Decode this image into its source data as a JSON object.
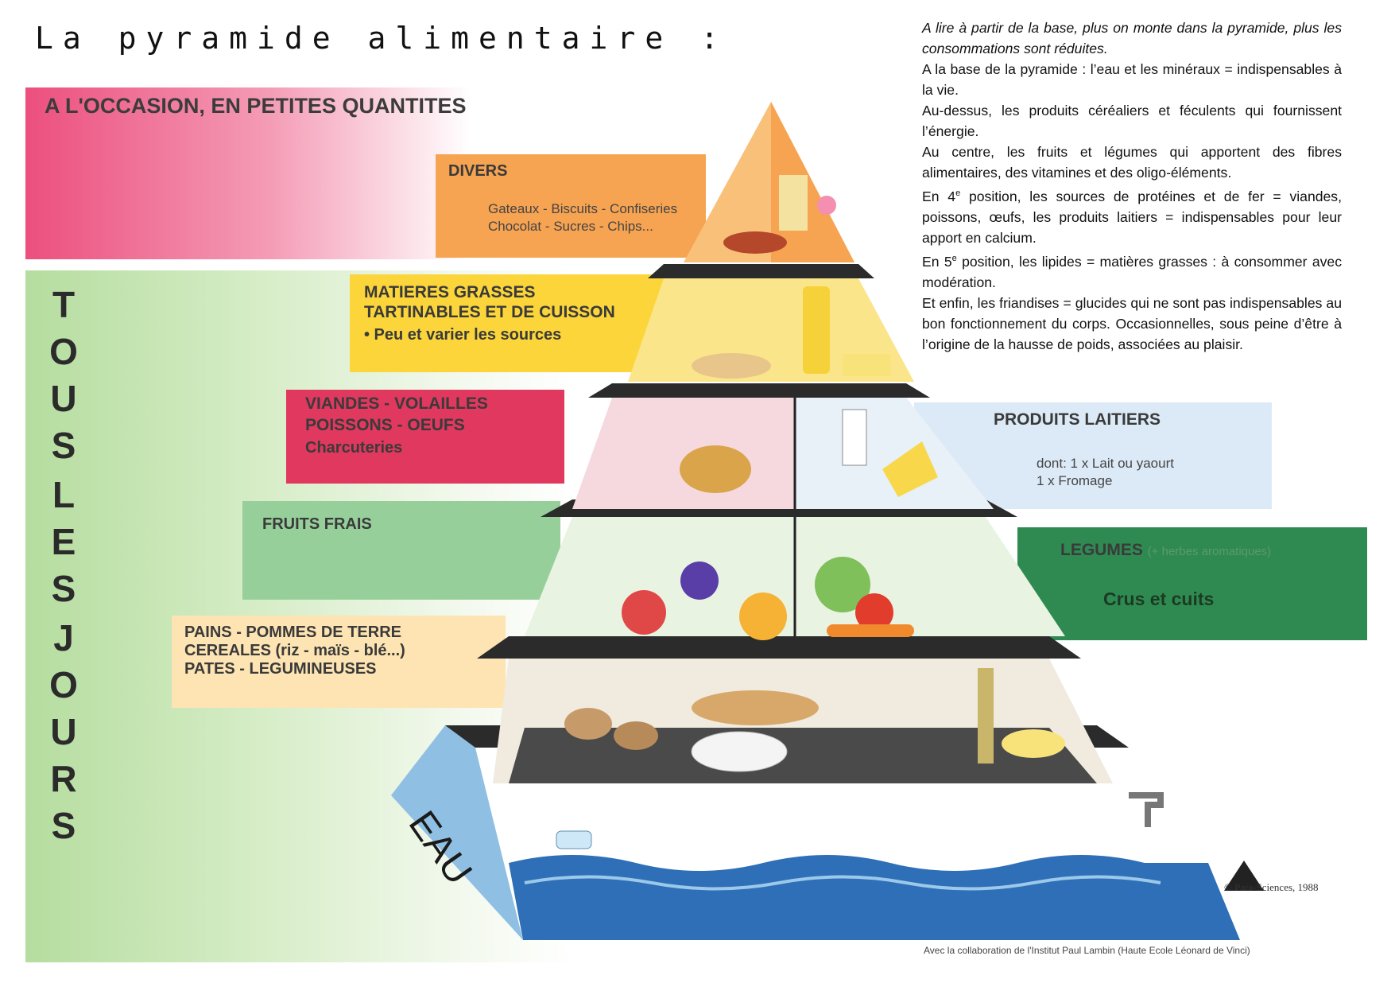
{
  "title": "La pyramide alimentaire :",
  "explanation": {
    "intro": "A lire à partir de la base, plus on monte dans la pyramide, plus les consommations sont réduites.",
    "base": "A la base de la pyramide : l’eau et les minéraux = indispensables à la vie.",
    "cereals": "Au-dessus, les produits céréaliers et féculents qui fournissent l’énergie.",
    "center": "Au centre, les fruits et légumes qui apportent des fibres alimentaires, des vitamines et des oligo-éléments.",
    "fourth_prefix": "En 4",
    "fourth_sup": "e",
    "fourth_rest": " position, les sources de protéines et de fer = viandes, poissons, œufs, les produits laitiers = indispensables pour leur apport en calcium.",
    "fifth_prefix": "En 5",
    "fifth_sup": "e",
    "fifth_rest": " position, les lipides = matières grasses : à consommer avec modération.",
    "last": "Et enfin, les friandises = glucides qui ne sont pas indispensables au bon fonctionnement du corps. Occasionnelles, sous peine d’être à l’origine de la hausse de poids, associées au plaisir."
  },
  "bands": {
    "occasional": "A L'OCCASION, EN PETITES QUANTITES",
    "daily": "TOUS LES JOURS"
  },
  "levels": {
    "divers": {
      "label": "DIVERS",
      "items": "Gateaux - Biscuits - Confiseries\nChocolat - Sucres - Chips..."
    },
    "fats": {
      "label": "MATIERES GRASSES\nTARTINABLES ET DE CUISSON",
      "items": "• Peu et varier les sources"
    },
    "meat": {
      "label": "VIANDES - VOLAILLES\nPOISSONS - OEUFS",
      "items": "Charcuteries"
    },
    "dairy": {
      "label": "PRODUITS LAITIERS",
      "items": "dont:     1 x Lait ou yaourt\n              1 x Fromage"
    },
    "fruits": {
      "label": "FRUITS FRAIS"
    },
    "vegetables": {
      "label": "LEGUMES",
      "note": "(+ herbes aromatiques)",
      "items": "Crus et cuits"
    },
    "starches": {
      "label": "PAINS - POMMES DE TERRE\nCEREALES (riz - maïs - blé...)\nPATES - LEGUMINEUSES"
    },
    "water": {
      "label": "EAU"
    }
  },
  "footer": {
    "copyright": "© Para-Sciences, 1988",
    "collab": "Avec la collaboration de l'Institut Paul Lambin (Haute Ecole Léonard de Vinci)"
  },
  "colors": {
    "divers": "#f6a352",
    "fats": "#fbd53a",
    "meat": "#e0385e",
    "dairy": "#dceaf7",
    "fruits": "#97cf9b",
    "vegetables": "#2f8a52",
    "starches": "#fde4b2",
    "water": "#9cc9e9"
  }
}
